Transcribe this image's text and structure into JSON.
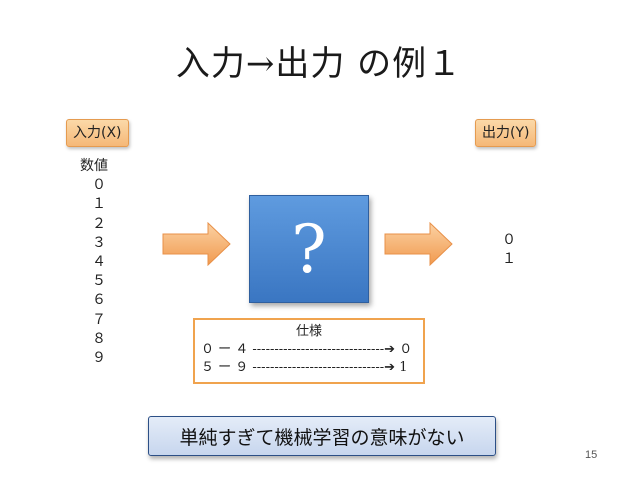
{
  "slide": {
    "title": "入力→出力 の例１",
    "input_tag": "入力(X)",
    "output_tag": "出力(Y)",
    "input_header": "数値",
    "inputs": [
      "０",
      "１",
      "２",
      "３",
      "４",
      "５",
      "６",
      "７",
      "８",
      "９"
    ],
    "outputs": [
      "０",
      "１"
    ],
    "question_mark": "?",
    "spec": {
      "title": "仕様",
      "rule1": "０ ー ４ ------------------------------➔ ０",
      "rule2": "５ ー ９ ------------------------------➔ 1"
    },
    "banner": "単純すぎて機械学習の意味がない",
    "page_number": "15"
  },
  "colors": {
    "tag_fill": "#f5b878",
    "tag_border": "#e59b50",
    "box_fill": "#4a86d0",
    "arrow_fill": "#f4ad6c",
    "spec_border": "#f0a34e",
    "banner_fill": "#d3e0f2",
    "banner_border": "#2c4f86"
  }
}
